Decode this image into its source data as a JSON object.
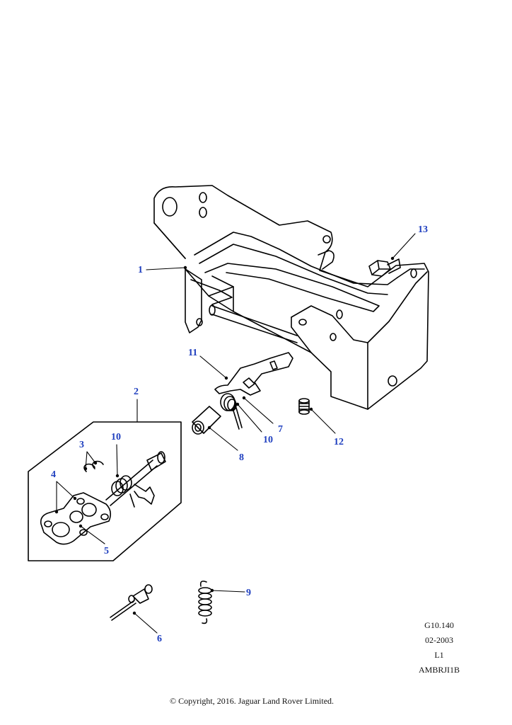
{
  "callouts": {
    "c1": "1",
    "c2": "2",
    "c3": "3",
    "c4": "4",
    "c5": "5",
    "c6": "6",
    "c7": "7",
    "c8": "8",
    "c9": "9",
    "c10a": "10",
    "c10b": "10",
    "c11": "11",
    "c12": "12",
    "c13": "13"
  },
  "meta": {
    "ref": "G10.140",
    "date": "02-2003",
    "level": "L1",
    "code": "AMBRJI1B"
  },
  "copyright": "© Copyright, 2016. Jaguar Land Rover Limited.",
  "colors": {
    "callout": "#1f3fbf",
    "line": "#000000"
  }
}
